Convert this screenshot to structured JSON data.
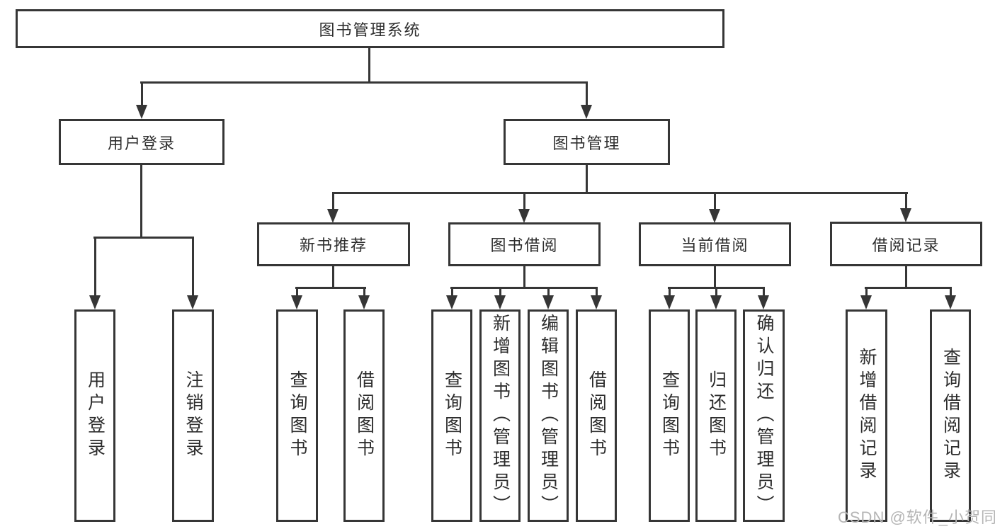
{
  "diagram": {
    "title_node": "图书管理系统",
    "branches": [
      {
        "label": "用户登录",
        "children": [
          "用户登录",
          "注销登录"
        ]
      },
      {
        "label": "图书管理",
        "groups": [
          {
            "label": "新书推荐",
            "children": [
              "查询图书",
              "借阅图书"
            ]
          },
          {
            "label": "图书借阅",
            "children": [
              "查询图书",
              "新增图书（管理员）",
              "编辑图书（管理员）",
              "借阅图书"
            ]
          },
          {
            "label": "当前借阅",
            "children": [
              "查询图书",
              "归还图书",
              "确认归还（管理员）"
            ]
          },
          {
            "label": "借阅记录",
            "children": [
              "新增借阅记录",
              "查询借阅记录"
            ]
          }
        ]
      }
    ]
  },
  "watermark": {
    "text": "CSDN @软件_小贺同学"
  },
  "colors": {
    "line": "#363636",
    "text": "#2d2d2d",
    "watermark": "#b5b5b5",
    "background": "#ffffff"
  }
}
